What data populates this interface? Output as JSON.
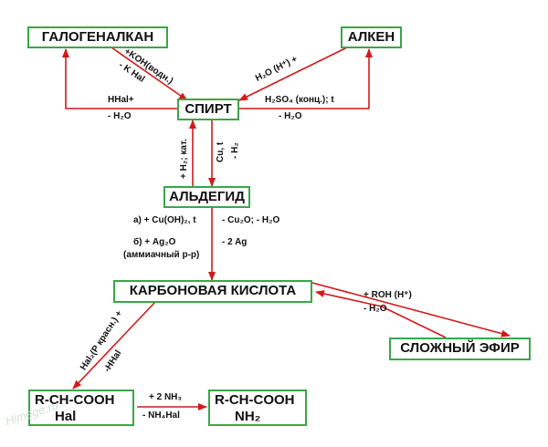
{
  "nodes": {
    "halogenalkan": "ГАЛОГЕНАЛКАН",
    "alken": "АЛКЕН",
    "spirt": "СПИРТ",
    "aldegid": "АЛЬДЕГИД",
    "kislota": "КАРБОНОВАЯ КИСЛОТА",
    "efir": "СЛОЖНЫЙ ЭФИР",
    "halo_acid_main": "R-CH-COOH",
    "halo_acid_sub": "Hal",
    "amino_acid_main": "R-CH-COOH",
    "amino_acid_sub": "NH₂"
  },
  "labels": {
    "koh": "+KOH(водн.)",
    "khal": "- K Hal",
    "hhal": "HHal+",
    "minus_h2o_left": "- H₂O",
    "h2o_h": "H₂O (H⁺)  +",
    "h2so4": "H₂SO₄ (конц.); t",
    "minus_h2o_right": "- H₂O",
    "h2_kat": "+ H₂; кат.",
    "cu_t": "Cu, t",
    "minus_h2": "- H₂",
    "a_line": "а) + Cu(OH)₂, t",
    "a_products": "- Cu₂O;  - H₂O",
    "b_line": "б)  +  Ag₂O",
    "b_note": "(аммиачный р-р)",
    "b_products": "- 2 Ag",
    "roh": "+ ROH (H⁺)",
    "minus_h2o_ester": "- H₂O",
    "hal2": "Hal₂(P красн.) +",
    "minus_hhal": "-HHal",
    "nh3": "+ 2 NH₃",
    "nh4hal": "- NH₄Hal"
  },
  "watermark": "Himege.ru",
  "colors": {
    "arrow": "#d11a1a",
    "box_border": "#3aa64a"
  }
}
